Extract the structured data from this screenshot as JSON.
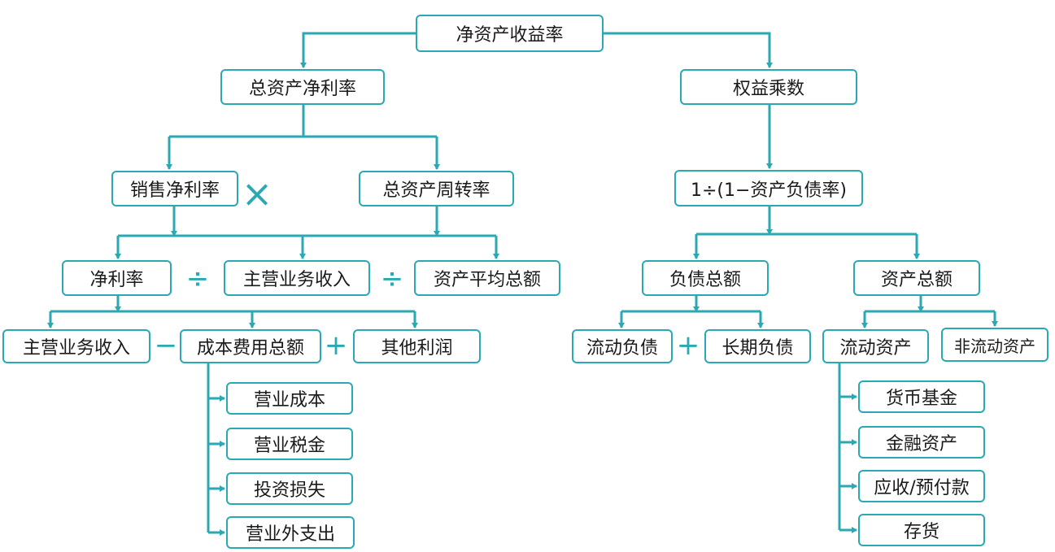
{
  "accent_color": "#2aa9b3",
  "nodes": {
    "roe": "净资产收益率",
    "roa": "总资产净利率",
    "equity_multiplier": "权益乘数",
    "net_profit_margin": "销售净利率",
    "asset_turnover": "总资产周转率",
    "em_formula": "1÷(1−资产负债率)",
    "net_profit": "净利率",
    "main_revenue": "主营业务收入",
    "avg_total_assets": "资产平均总额",
    "total_liabilities": "负债总额",
    "total_assets": "资产总额",
    "main_revenue_2": "主营业务收入",
    "total_costs": "成本费用总额",
    "other_profit": "其他利润",
    "current_liabilities": "流动负债",
    "long_term_liabilities": "长期负债",
    "current_assets": "流动资产",
    "non_current_assets": "非流动资产",
    "operating_cost": "营业成本",
    "operating_tax": "营业税金",
    "investment_loss": "投资损失",
    "non_operating_expense": "营业外支出",
    "monetary_fund": "货币基金",
    "financial_assets": "金融资产",
    "receivables": "应收/预付款",
    "inventory": "存货"
  },
  "operators": {
    "multiply": "×",
    "divide": "÷",
    "minus": "−",
    "plus": "+"
  }
}
